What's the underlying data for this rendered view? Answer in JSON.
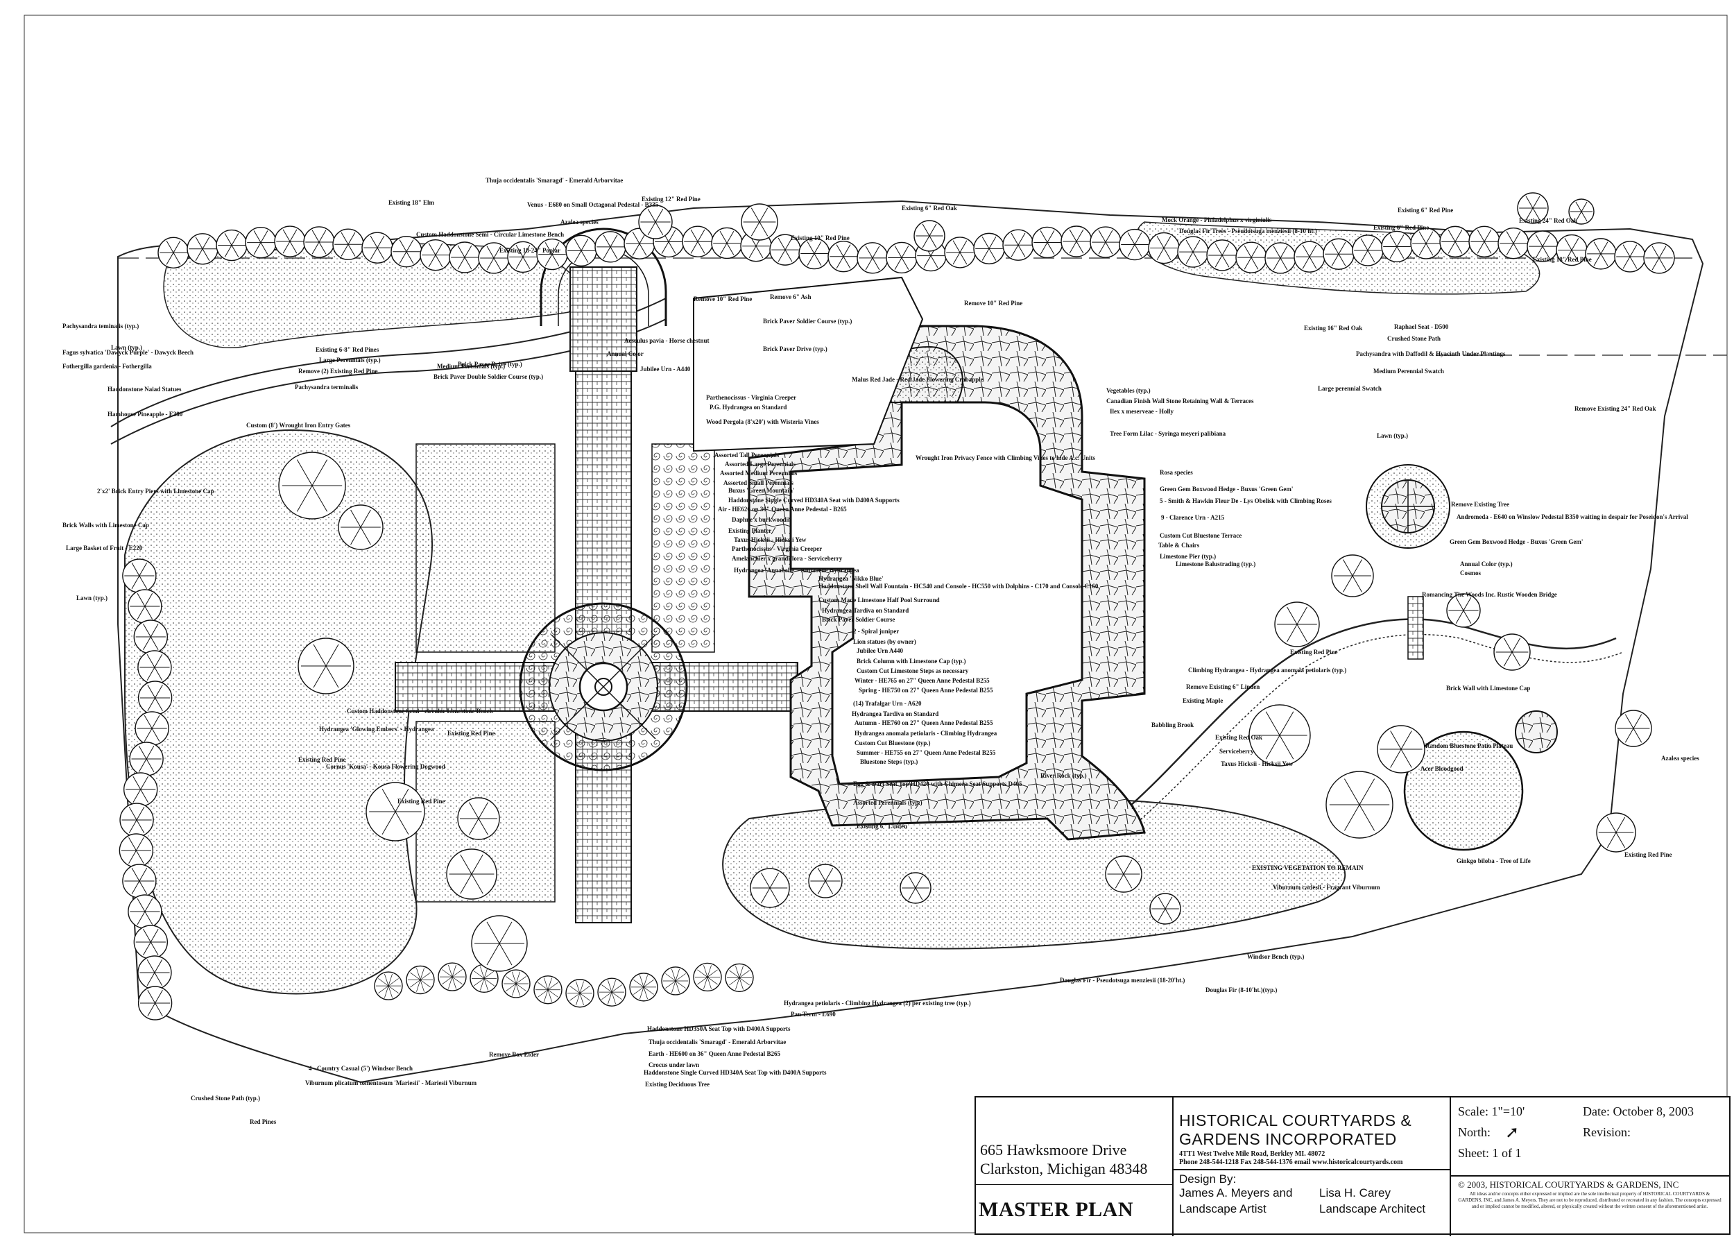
{
  "drawing": {
    "site_labels": [
      {
        "text": "Existing 18\" Elm"
      },
      {
        "text": "Thuja occidentalis 'Smaragd' - Emerald Arborvitae"
      },
      {
        "text": "Venus - E680 on Small Octagonal Pedestal - B335"
      },
      {
        "text": "Azalea species"
      },
      {
        "text": "Custom Haddonstone Semi - Circular Limestone Bench"
      },
      {
        "text": "Existing 18-24\" Poplar"
      },
      {
        "text": "Existing 12\" Red Pine"
      },
      {
        "text": "Existing 10\" Red Pine"
      },
      {
        "text": "Existing 6\" Red Oak"
      },
      {
        "text": "Mock Orange - Philadelphus x virginialis"
      },
      {
        "text": "Douglas Fir Trees - Pseudotsuga menziesii (8-10'ht.)"
      },
      {
        "text": "Existing 6\" Red Pine"
      },
      {
        "text": "Existing 6\" Red Pine"
      },
      {
        "text": "Existing 24\" Red Oak"
      },
      {
        "text": "Existing 18\" Red Pine"
      },
      {
        "text": "Pachysandra teminalis (typ.)"
      },
      {
        "text": "Lawn (typ.)"
      },
      {
        "text": "Fagus sylvatica 'Dawyck Purple' - Dawyck Beech"
      },
      {
        "text": "Fothergilla gardenia - Fothergilla"
      },
      {
        "text": "Remove 6\" Ash"
      },
      {
        "text": "Remove 10\" Red Pine"
      },
      {
        "text": "Remove 10\" Red Pine"
      },
      {
        "text": "Brick Paver Soldier Course (typ.)"
      },
      {
        "text": "Aesculus pavia - Horse chestnut"
      },
      {
        "text": "Annual Color"
      },
      {
        "text": "Brick Paver Drive (typ.)"
      },
      {
        "text": "Existing 16\" Red Oak"
      },
      {
        "text": "Raphael Seat - D500"
      },
      {
        "text": "Crushed Stone Path"
      },
      {
        "text": "Existing 6-8\" Red Pines"
      },
      {
        "text": "Large Perennials (typ.)"
      },
      {
        "text": "Medium Perennials (typ.)"
      },
      {
        "text": "Remove (2) Existing Red Pine"
      },
      {
        "text": "Brick Paver Drive (typ.)"
      },
      {
        "text": "Brick Paver Double Soldier Course (typ.)"
      },
      {
        "text": "Jubilee Urn - A440"
      },
      {
        "text": "Pachysandra with Daffodil & Hyacinth Under Plantings"
      },
      {
        "text": "Medium Perennial Swatch"
      },
      {
        "text": "Large perennial Swatch"
      },
      {
        "text": "Pachysandra terminalis"
      },
      {
        "text": "Haddonstone Naiad Statues"
      },
      {
        "text": "Hamhouse Pineapple - E380"
      },
      {
        "text": "Custom (8') Wrought Iron Entry Gates"
      },
      {
        "text": "Malus Red Jade - Red Jade Flowering Crabapple"
      },
      {
        "text": "Parthenocissus - Virginia Creeper"
      },
      {
        "text": "P.G. Hydrangea on Standard"
      },
      {
        "text": "Wood Pergola (8'x20') with Wisteria Vines"
      },
      {
        "text": "Vegetables (typ.)"
      },
      {
        "text": "Canadian Finish Wall Stone Retaining Wall & Terraces"
      },
      {
        "text": "Ilex x meserveae - Holly"
      },
      {
        "text": "Remove Existing 24\" Red Oak"
      },
      {
        "text": "Lawn (typ.)"
      },
      {
        "text": "Tree Form Lilac - Syringa meyeri palibiana"
      },
      {
        "text": "Wrought Iron Privacy Fence with Climbing Vines to hide A.c. Units"
      },
      {
        "text": "Assorted Tall Perennials"
      },
      {
        "text": "Assorted Large Perennials"
      },
      {
        "text": "Assorted Medium Perennials"
      },
      {
        "text": "Assorted Small Perennials"
      },
      {
        "text": "Buxus 'Green Mountain'"
      },
      {
        "text": "Haddonstone Single Curved HD340A Seat with D400A Supports"
      },
      {
        "text": "Air - HE620 on 36\" Queen Anne Pedestal - B265"
      },
      {
        "text": "Daphne x burkwoodii"
      },
      {
        "text": "Existing Planter"
      },
      {
        "text": "Taxus Hicksii - Hicksii Yew"
      },
      {
        "text": "Parthenocissus - Virginia Creeper"
      },
      {
        "text": "Amelanchier x grandiflora - Serviceberry"
      },
      {
        "text": "Hydrangea 'Annabelle' - Annabelle Hydrangea"
      },
      {
        "text": "Rosa species"
      },
      {
        "text": "Green Gem Boxwood Hedge - Buxus 'Green Gem'"
      },
      {
        "text": "5 - Smith & Hawkin Fleur De - Lys Obelisk with Climbing Roses"
      },
      {
        "text": "9 - Clarence Urn - A215"
      },
      {
        "text": "Custom Cut Bluestone Terrace"
      },
      {
        "text": "Table & Chairs"
      },
      {
        "text": "Limestone Pier (typ.)"
      },
      {
        "text": "Limestone Balustrading (typ.)"
      },
      {
        "text": "Remove Existing Tree"
      },
      {
        "text": "Andromeda - E640 on Winslow Pedestal B350 waiting in despair for Poseidon's Arrival"
      },
      {
        "text": "Green Gem Boxwood Hedge - Buxus 'Green Gem'"
      },
      {
        "text": "Annual Color (typ.)"
      },
      {
        "text": "Cosmos"
      },
      {
        "text": "Brick Walls with Limestone Cap"
      },
      {
        "text": "2'x2' Brick Entry Piers with Limestone Cap"
      },
      {
        "text": "Lawn (typ.)"
      },
      {
        "text": "Large Basket of Fruit - E220"
      },
      {
        "text": "Hydrangea 'Nikko Blue'"
      },
      {
        "text": "Haddonstone Shell Wall Fountain - HC540 and Console - HC550 with Dolphins - C170 and Console C160"
      },
      {
        "text": "Custom Made Limestone Half Pool Surround"
      },
      {
        "text": "Hydrangea Tardiva on Standard"
      },
      {
        "text": "Brick Paver Soldier Course"
      },
      {
        "text": "2 - Spiral juniper"
      },
      {
        "text": "Lion statues (by owner)"
      },
      {
        "text": "Jubilee Urn A440"
      },
      {
        "text": "Brick Column with Limestone Cap (typ.)"
      },
      {
        "text": "Custom Cut Limestone Steps as necessary"
      },
      {
        "text": "Winter - HE765 on 27\" Queen Anne Pedestal B255"
      },
      {
        "text": "Spring - HE750 on 27\" Queen Anne Pedestal B255"
      },
      {
        "text": "Romancing The Woods Inc. Rustic Wooden Bridge"
      },
      {
        "text": "Existing Red Pine"
      },
      {
        "text": "Climbing Hydrangea - Hydrangea anomala petiolaris (typ.)"
      },
      {
        "text": "Remove Existing 6\" Linden"
      },
      {
        "text": "Existing Maple"
      },
      {
        "text": "Brick Wall with Limestone Cap"
      },
      {
        "text": "(14) Trafalgar Urn - A620"
      },
      {
        "text": "Hydrangea Tardiva on Standard"
      },
      {
        "text": "Autumn - HE760 on 27\" Queen Anne Pedestal B255"
      },
      {
        "text": "Hydrangea anomala petiolaris - Climbing Hydrangea"
      },
      {
        "text": "Custom Cut Bluestone (typ.)"
      },
      {
        "text": "Summer - HE755 on 27\" Queen Anne Pedestal B255"
      },
      {
        "text": "Bluestone Steps (typ.)"
      },
      {
        "text": "Babbling Brook"
      },
      {
        "text": "Existing Red Oak"
      },
      {
        "text": "Random Bluestone Patio Plateau"
      },
      {
        "text": "Acer Bloodgood"
      },
      {
        "text": "Azalea species"
      },
      {
        "text": "Custom Haddonstone Semi - circular Limestone Bench"
      },
      {
        "text": "Hydrangea 'Glowing Embers' - Hydrangea"
      },
      {
        "text": "Cornus 'Kousa' - Kousa Flowering Dogwood"
      },
      {
        "text": "Egg & Dart Seat Top HD420 with Chimera Seat Supports D405"
      },
      {
        "text": "Assorted Perennials (typ.)"
      },
      {
        "text": "River Rock (typ.)"
      },
      {
        "text": "Serviceberry"
      },
      {
        "text": "Taxus Hicksii - Hicksii Yew"
      },
      {
        "text": "Existing 6\" Linden"
      },
      {
        "text": "EXISTING VEGETATION TO REMAIN"
      },
      {
        "text": "Ginkgo biloba - Tree of Life"
      },
      {
        "text": "Existing Red Pine"
      },
      {
        "text": "Viburnum carlesii - Fragrant Viburnum"
      },
      {
        "text": "Windsor Bench (typ.)"
      },
      {
        "text": "Douglas Fir - Pseudotsuga menziesii (18-20'ht.)"
      },
      {
        "text": "Douglas Fir (8-10'ht.)(typ.)"
      },
      {
        "text": "Hydrangea petiolaris - Climbing Hydrangea (2) per existing tree (typ.)"
      },
      {
        "text": "Pan Term - E690"
      },
      {
        "text": "Haddonstone HD350A Seat Top with D400A Supports"
      },
      {
        "text": "Thuja occidentalis 'Smaragd' - Emerald Arborvitae"
      },
      {
        "text": "Earth - HE600 on 36\" Queen Anne Pedestal B265"
      },
      {
        "text": "Crocus under lawn"
      },
      {
        "text": "Haddonstone Single Curved HD340A Seat Top with D400A Supports"
      },
      {
        "text": "Existing Deciduous Tree"
      },
      {
        "text": "Remove Box Elder"
      },
      {
        "text": "4 - Country Casual (5') Windsor Bench"
      },
      {
        "text": "Viburnum plicatum tomentosum 'Mariesii' - Mariesii Viburnum"
      },
      {
        "text": "Crushed Stone Path (typ.)"
      },
      {
        "text": "Red Pines"
      },
      {
        "text": "Existing Red Pine"
      },
      {
        "text": "Existing Red Pine"
      },
      {
        "text": "Existing Red Pine"
      }
    ]
  },
  "title_block": {
    "address_line1": "665 Hawksmoore Drive",
    "address_line2": "Clarkston, Michigan 48348",
    "sheet_title": "MASTER PLAN",
    "firm_name_line1": "HISTORICAL COURTYARDS &",
    "firm_name_line2": "GARDENS INCORPORATED",
    "firm_address": "4TT1 West Twelve Mile Road, Berkley MI. 48072",
    "firm_contact": "Phone 248-544-1218   Fax 248-544-1376   email www.historicalcourtyards.com",
    "design_by_label": "Design By:",
    "designer1": "James A. Meyers and",
    "designer1_role": "Landscape Artist",
    "designer2": "Lisa H. Carey",
    "designer2_role": "Landscape Architect",
    "scale_label": "Scale: 1\"=10'",
    "north_label": "North:",
    "north_arrow": "➚",
    "sheet_label": "Sheet: 1 of 1",
    "date_label": "Date: October 8, 2003",
    "revision_label": "Revision:",
    "copyright": "© 2003, HISTORICAL COURTYARDS & GARDENS, INC",
    "fine_print": "All ideas and/or concepts either expressed or implied are the sole intellectual property of HISTORICAL COURTYARDS & GARDENS, INC, and James A. Meyers. They are not to be reproduced, distributed or recreated in any fashion. The concepts expressed and or implied cannot be modified, altered, or physically created without the written consent of the aforementioned artist."
  }
}
